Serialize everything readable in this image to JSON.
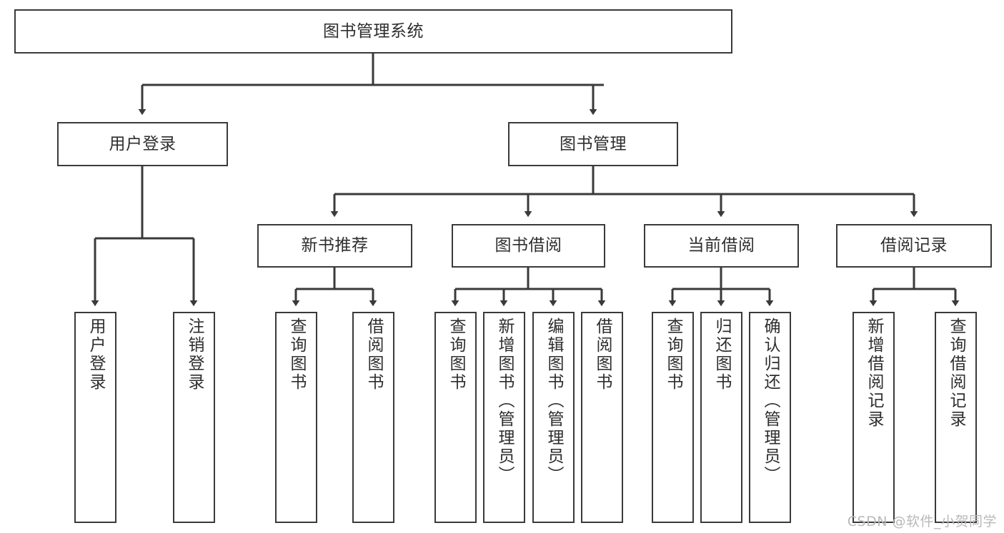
{
  "diagram": {
    "type": "tree-hierarchy",
    "title": "图书管理系统",
    "orientation": "top-down",
    "line_color": "#3a3a3a",
    "box_fill": "#ffffff",
    "text_color": "#2e2e2e",
    "nodes": {
      "root": {
        "label": "图书管理系统",
        "level": 0
      },
      "l1": [
        {
          "label": "用户登录",
          "level": 1
        },
        {
          "label": "图书管理",
          "level": 1
        }
      ],
      "l2": [
        {
          "label": "新书推荐",
          "level": 2
        },
        {
          "label": "图书借阅",
          "level": 2
        },
        {
          "label": "当前借阅",
          "level": 2
        },
        {
          "label": "借阅记录",
          "level": 2
        }
      ],
      "leaves": {
        "user_login": [
          {
            "label": "用户登录"
          },
          {
            "label": "注销登录"
          }
        ],
        "new_books": [
          {
            "label": "查询图书"
          },
          {
            "label": "借阅图书"
          }
        ],
        "book_borrow": [
          {
            "label": "查询图书"
          },
          {
            "label": "新增图书（管理员）"
          },
          {
            "label": "编辑图书（管理员）"
          },
          {
            "label": "借阅图书"
          }
        ],
        "current_borrow": [
          {
            "label": "查询图书"
          },
          {
            "label": "归还图书"
          },
          {
            "label": "确认归还（管理员）"
          }
        ],
        "borrow_records": [
          {
            "label": "新增借阅记录"
          },
          {
            "label": "查询借阅记录"
          }
        ]
      }
    }
  },
  "watermark": {
    "text": "CSDN @软件_小贺同学"
  }
}
